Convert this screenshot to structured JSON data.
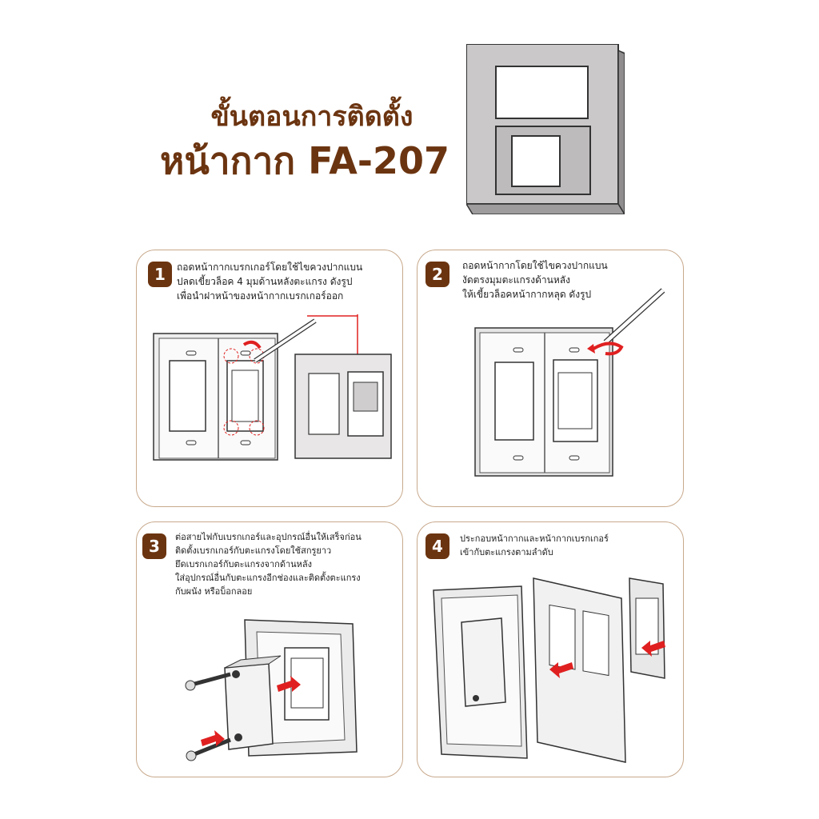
{
  "header": {
    "title_line1": "ขั้นตอนการติดตั้ง",
    "title_line2": "หน้ากาก FA-207"
  },
  "colors": {
    "brand_brown": "#6b3410",
    "card_border": "#c8a98c",
    "arrow_red": "#e02020",
    "plate_gray": "#c9c7c8"
  },
  "steps": [
    {
      "number": "1",
      "lines": [
        "ถอดหน้ากากเบรกเกอร์โดยใช้ไขควงปากแบน",
        "ปลดเขี้ยวล็อค 4 มุมด้านหลังตะแกรง ดังรูป",
        "เพื่อนำฝาหน้าของหน้ากากเบรกเกอร์ออก"
      ]
    },
    {
      "number": "2",
      "lines": [
        "ถอดหน้ากากโดยใช้ไขควงปากแบน",
        "งัดตรงมุมตะแกรงด้านหลัง",
        "ให้เขี้ยวล็อคหน้ากากหลุด ดังรูป"
      ]
    },
    {
      "number": "3",
      "lines": [
        "ต่อสายไฟกับเบรกเกอร์และอุปกรณ์อื่นให้เสร็จก่อน",
        "ติดตั้งเบรกเกอร์กับตะแกรงโดยใช้สกรูยาว",
        "ยึดเบรกเกอร์กับตะแกรงจากด้านหลัง",
        "ใส่อุปกรณ์อื่นกับตะแกรงอีกช่องและติดตั้งตะแกรง",
        "กับผนัง หรือบ็อกลอย"
      ]
    },
    {
      "number": "4",
      "lines": [
        "ประกอบหน้ากากและหน้ากากเบรกเกอร์",
        "เข้ากับตะแกรงตามลำดับ"
      ]
    }
  ]
}
